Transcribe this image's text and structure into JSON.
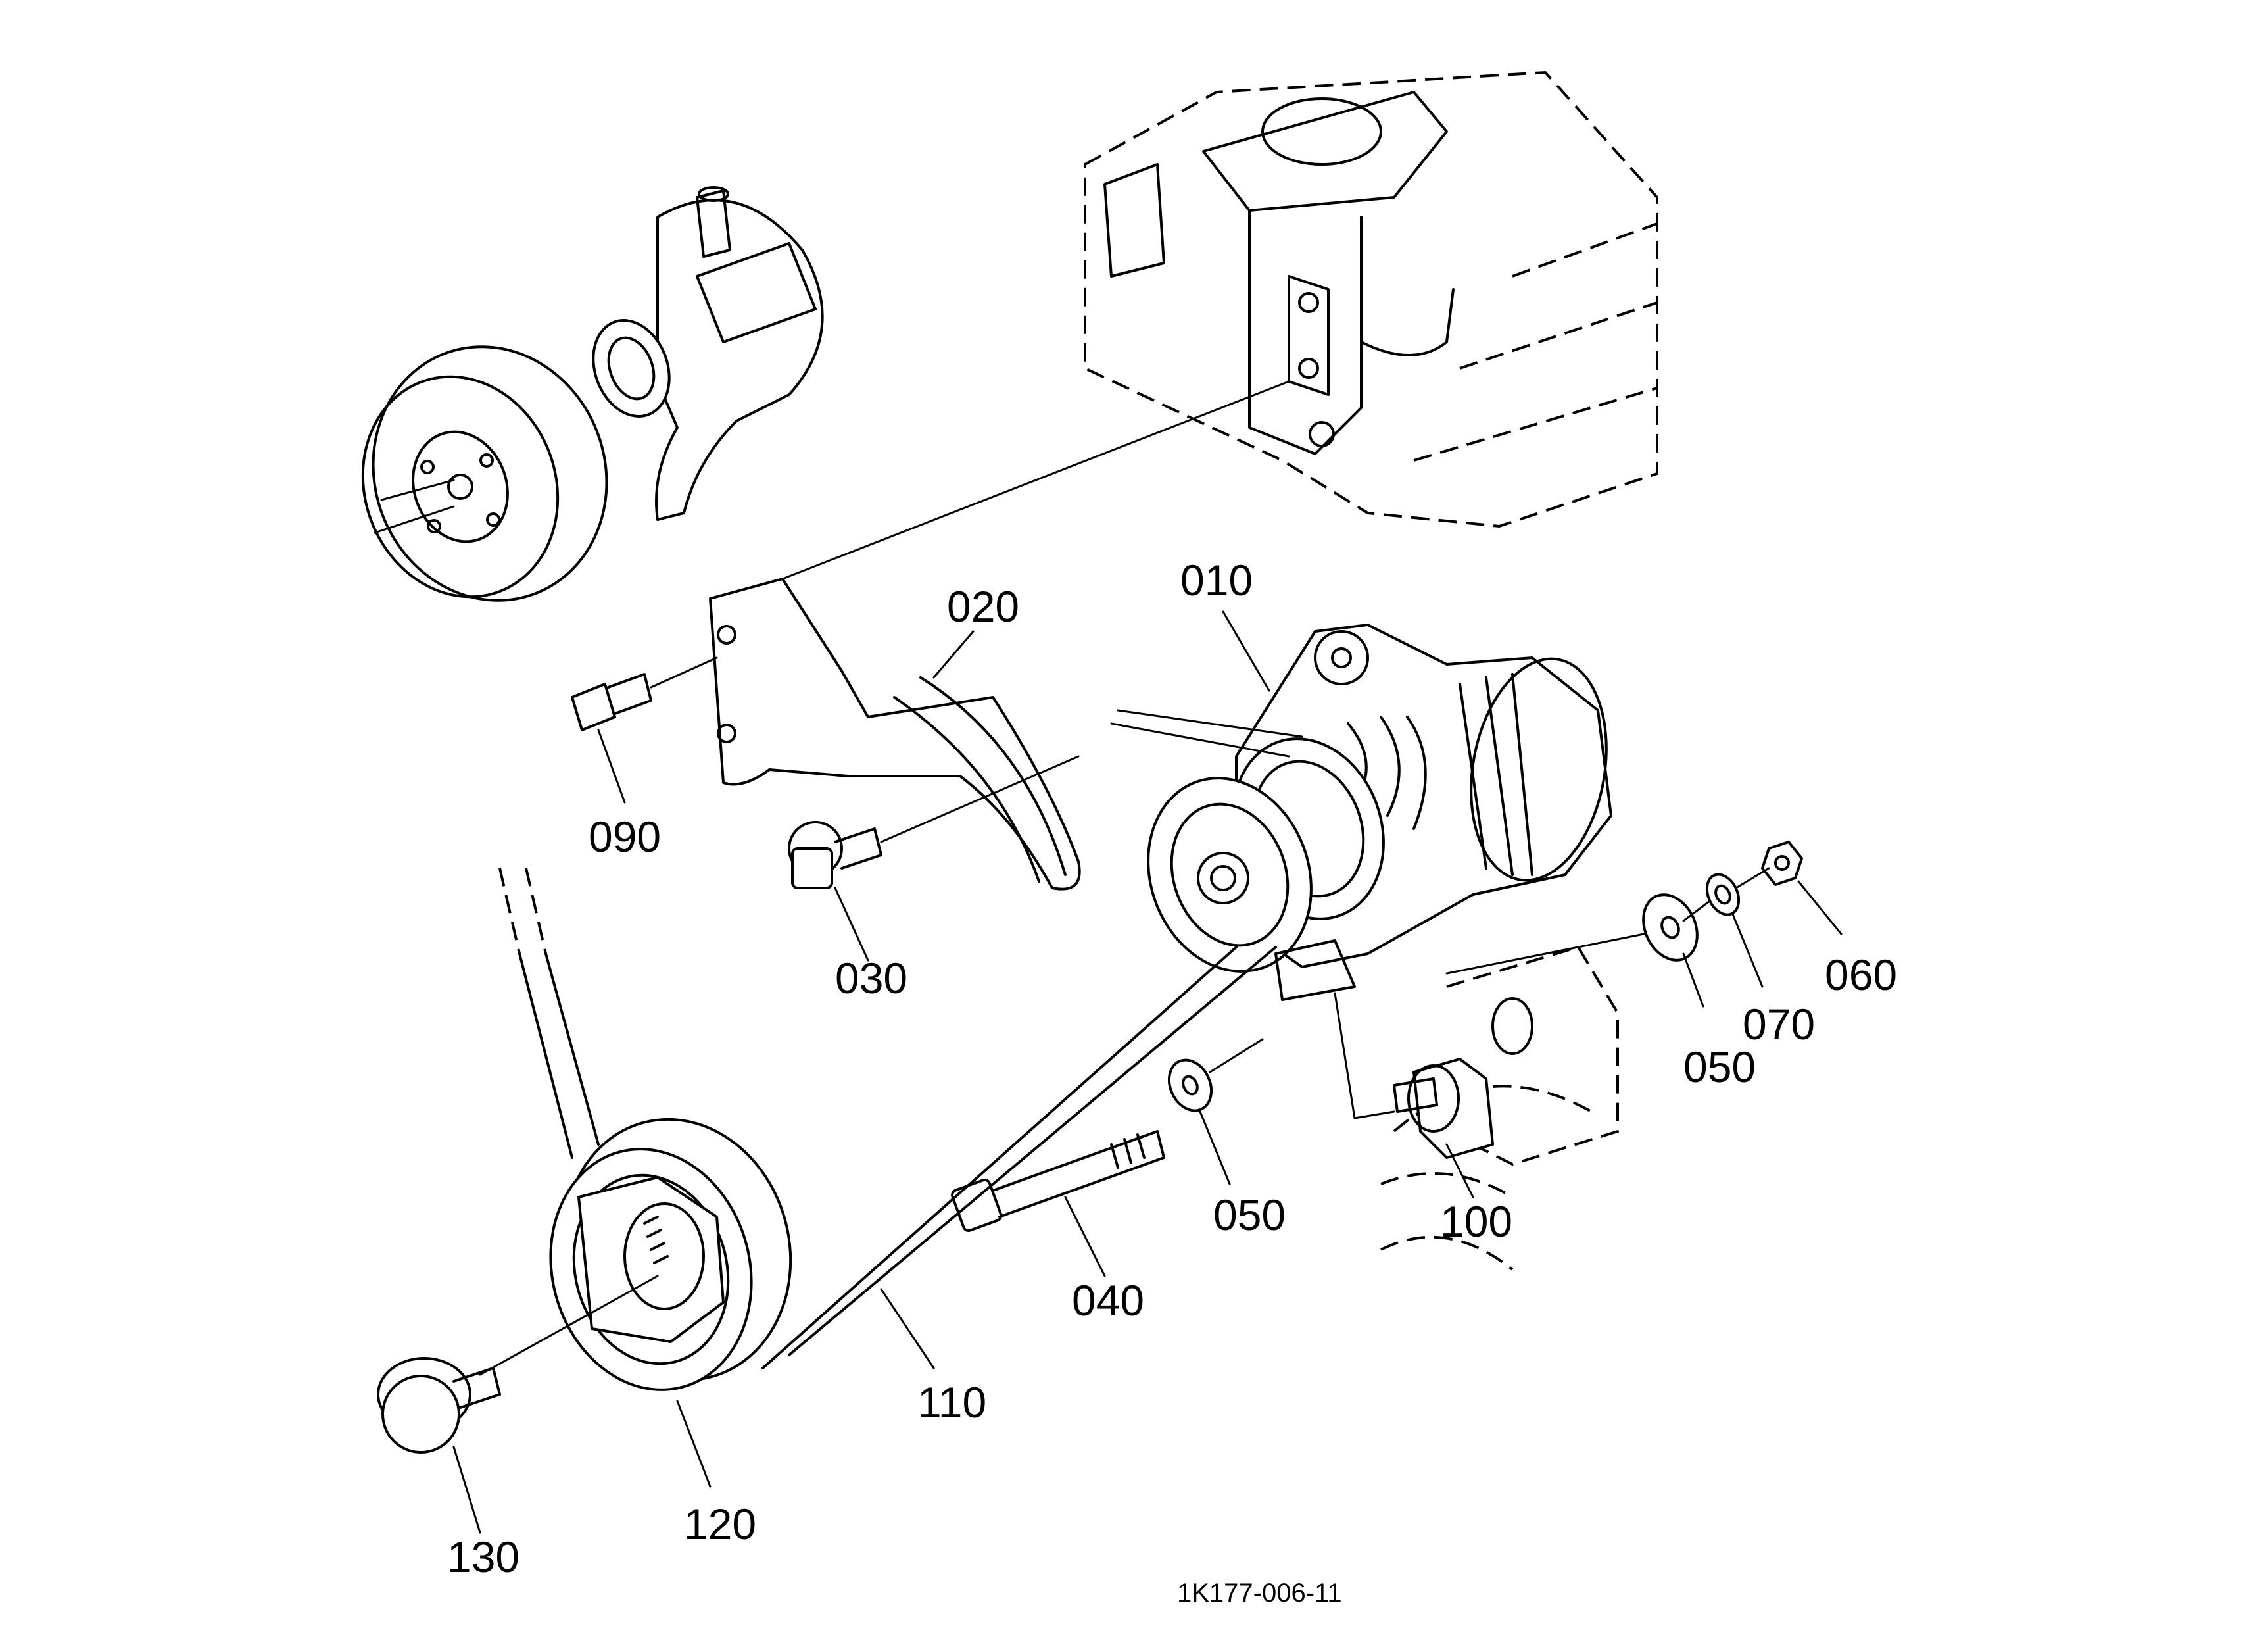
{
  "callouts": {
    "p010": "010",
    "p020": "020",
    "p030": "030",
    "p040": "040",
    "p050a": "050",
    "p050b": "050",
    "p060": "060",
    "p070": "070",
    "p090": "090",
    "p100": "100",
    "p110": "110",
    "p120": "120",
    "p130": "130"
  },
  "figure_ref": "1K177-006-11"
}
